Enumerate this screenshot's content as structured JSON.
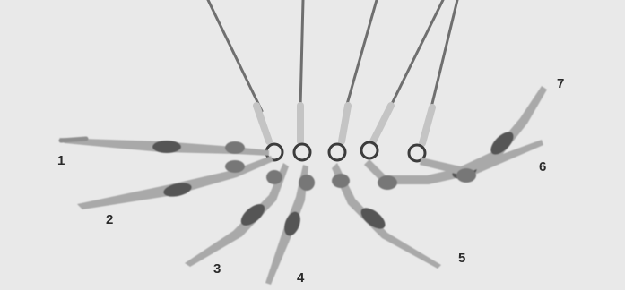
{
  "figure": {
    "position_labels": [
      "1",
      "2",
      "3",
      "4",
      "5",
      "6",
      "7"
    ],
    "colors": {
      "background": "#e9e9e9",
      "cable": "#6f6f6f",
      "strap": "#c4c4c4",
      "ring": "#3c3c3c",
      "body": "#a9a9a9",
      "shorts": "#555555",
      "label": "#2a2a2a"
    }
  }
}
